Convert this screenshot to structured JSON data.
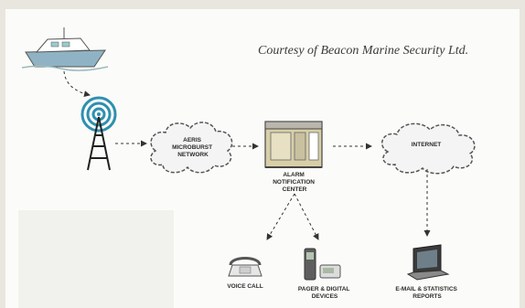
{
  "credit": "Courtesy of Beacon Marine Security Ltd.",
  "nodes": {
    "network": {
      "line1": "AERIS",
      "line2": "MICROBURST",
      "line3": "NETWORK"
    },
    "center": {
      "line1": "ALARM",
      "line2": "NOTIFICATION",
      "line3": "CENTER"
    },
    "internet": {
      "line1": "INTERNET"
    },
    "voice": {
      "line1": "VOICE CALL"
    },
    "pager": {
      "line1": "PAGER & DIGITAL",
      "line2": "DEVICES"
    },
    "email": {
      "line1": "E-MAIL & STATISTICS",
      "line2": "REPORTS"
    }
  },
  "icons": [
    "boat-icon",
    "radio-tower-icon",
    "cloud-icon",
    "server-icon",
    "telephone-icon",
    "pager-icon",
    "laptop-icon"
  ],
  "colors": {
    "background": "#e9e6df",
    "frame": "#ffffff",
    "ink": "#2a2a2a",
    "boat": "#8fb3c4",
    "signal": "#2f8fb0",
    "cloud": "#f4f4f4",
    "server": "#d8cfa8"
  }
}
